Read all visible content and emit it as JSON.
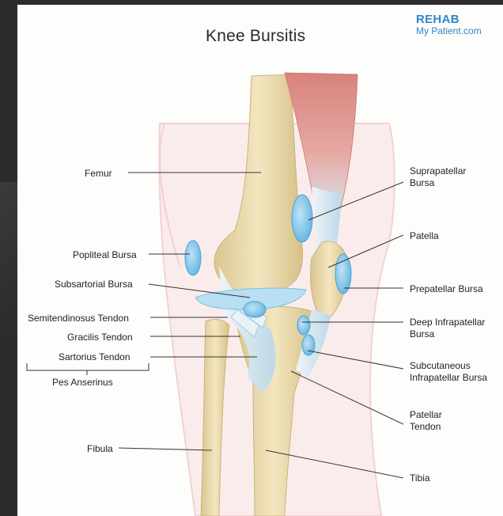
{
  "title": "Knee Bursitis",
  "logo": {
    "line1": "REHAB",
    "line2": "My Patient.com"
  },
  "labels": {
    "femur": "Femur",
    "popliteal_bursa": "Popliteal Bursa",
    "subsartorial_bursa": "Subsartorial Bursa",
    "semitendinosus_tendon": "Semitendinosus Tendon",
    "gracilis_tendon": "Gracilis Tendon",
    "sartorius_tendon": "Sartorius Tendon",
    "pes_anserinus": "Pes Anserinus",
    "fibula": "Fibula",
    "suprapatellar_bursa_1": "Suprapatellar",
    "suprapatellar_bursa_2": "Bursa",
    "patella": "Patella",
    "prepatellar_bursa": "Prepatellar Bursa",
    "deep_infrapatellar_bursa_1": "Deep Infrapatellar",
    "deep_infrapatellar_bursa_2": "Bursa",
    "subcutaneous_infrapatellar_bursa_1": "Subcutaneous",
    "subcutaneous_infrapatellar_bursa_2": "Infrapatellar Bursa",
    "patellar_tendon_1": "Patellar",
    "patellar_tendon_2": "Tendon",
    "tibia": "Tibia"
  },
  "colors": {
    "background": "#2b2b2b",
    "panel": "#fdfdfc",
    "bone": "#ecdcae",
    "bursa": "#8ec9ea",
    "muscle": "#d98a86",
    "tendon": "#cfe3ef",
    "skin": "#f7dede",
    "logo": "#2e86c9"
  }
}
